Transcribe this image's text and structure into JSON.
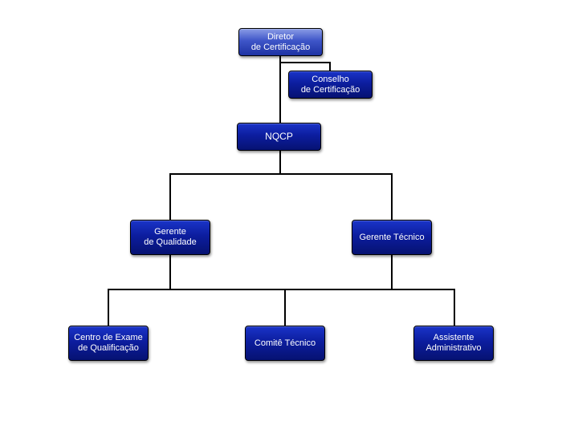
{
  "org_chart": {
    "nodes": {
      "diretor": "Diretor\nde Certificação",
      "conselho": "Conselho\nde Certificação",
      "nqcp": "NQCP",
      "gerente_qualidade": "Gerente\nde Qualidade",
      "gerente_tecnico": "Gerente Técnico",
      "centro_exame": "Centro de Exame\nde Qualificação",
      "comite_tecnico": "Comitê Técnico",
      "assistente_administrativo": "Assistente\nAdministrativo"
    },
    "colors": {
      "box_fill": "#0c1d9e",
      "box_fill_top": "#3e55c8",
      "box_text": "#ffffff",
      "connector": "#000000",
      "background": "#ffffff"
    }
  }
}
